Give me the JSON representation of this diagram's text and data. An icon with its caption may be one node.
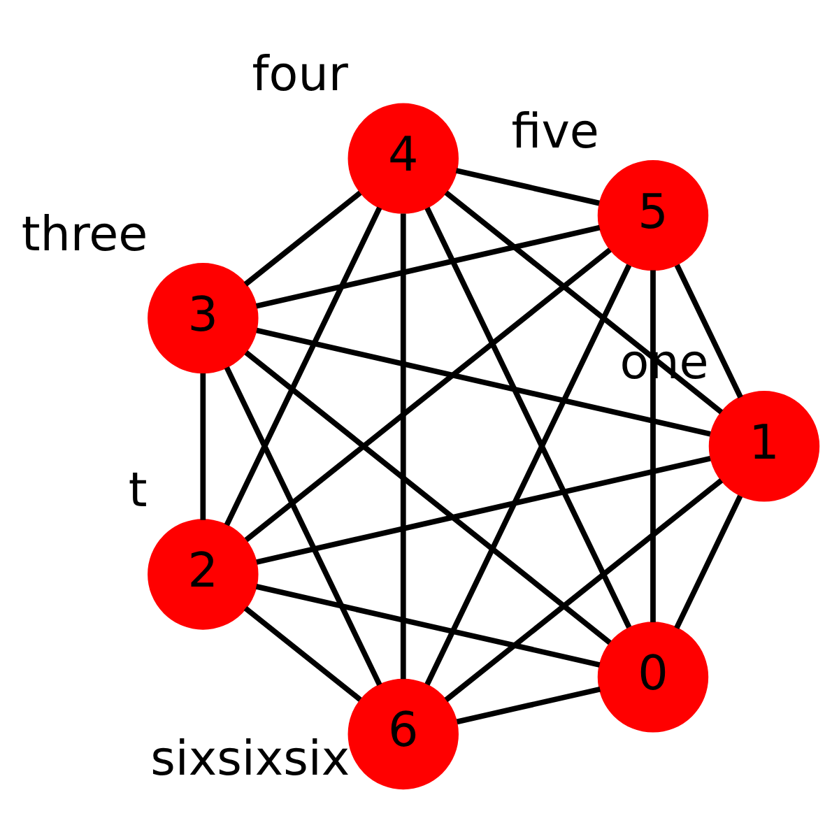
{
  "diagram": {
    "nodes": [
      {
        "text": [
          "0"
        ]
      },
      {
        "text": [
          "1"
        ],
        "beside": [
          "one"
        ]
      },
      {
        "text": [
          "2"
        ],
        "beside": [
          "t"
        ]
      },
      {
        "text": [
          "3"
        ],
        "beside": [
          "three"
        ]
      },
      {
        "text": [
          "4"
        ],
        "beside": [
          "four"
        ]
      },
      {
        "text": [
          "5"
        ],
        "beside": [
          "five"
        ]
      },
      {
        "text": [
          "6"
        ],
        "beside": [
          "sixsixsix"
        ]
      }
    ],
    "edges": [
      {
        "from": 0,
        "to": 1,
        "arrow": "none"
      },
      {
        "from": 0,
        "to": 2,
        "arrow": "none"
      },
      {
        "from": 0,
        "to": 3,
        "arrow": "none"
      },
      {
        "from": 0,
        "to": 4,
        "arrow": "none"
      },
      {
        "from": 0,
        "to": 5,
        "arrow": "none"
      },
      {
        "from": 0,
        "to": 6,
        "arrow": "none"
      },
      {
        "from": 1,
        "to": 2,
        "arrow": "none"
      },
      {
        "from": 1,
        "to": 3,
        "arrow": "none"
      },
      {
        "from": 1,
        "to": 4,
        "arrow": "none"
      },
      {
        "from": 1,
        "to": 5,
        "arrow": "none"
      },
      {
        "from": 1,
        "to": 6,
        "arrow": "none"
      },
      {
        "from": 2,
        "to": 3,
        "arrow": "none"
      },
      {
        "from": 2,
        "to": 4,
        "arrow": "none"
      },
      {
        "from": 2,
        "to": 5,
        "arrow": "none"
      },
      {
        "from": 2,
        "to": 6,
        "arrow": "none"
      },
      {
        "from": 3,
        "to": 4,
        "arrow": "none"
      },
      {
        "from": 3,
        "to": 5,
        "arrow": "none"
      },
      {
        "from": 3,
        "to": 6,
        "arrow": "none"
      },
      {
        "from": 4,
        "to": 5,
        "arrow": "none"
      },
      {
        "from": 4,
        "to": 6,
        "arrow": "none"
      },
      {
        "from": 5,
        "to": 6,
        "arrow": "none"
      }
    ]
  }
}
